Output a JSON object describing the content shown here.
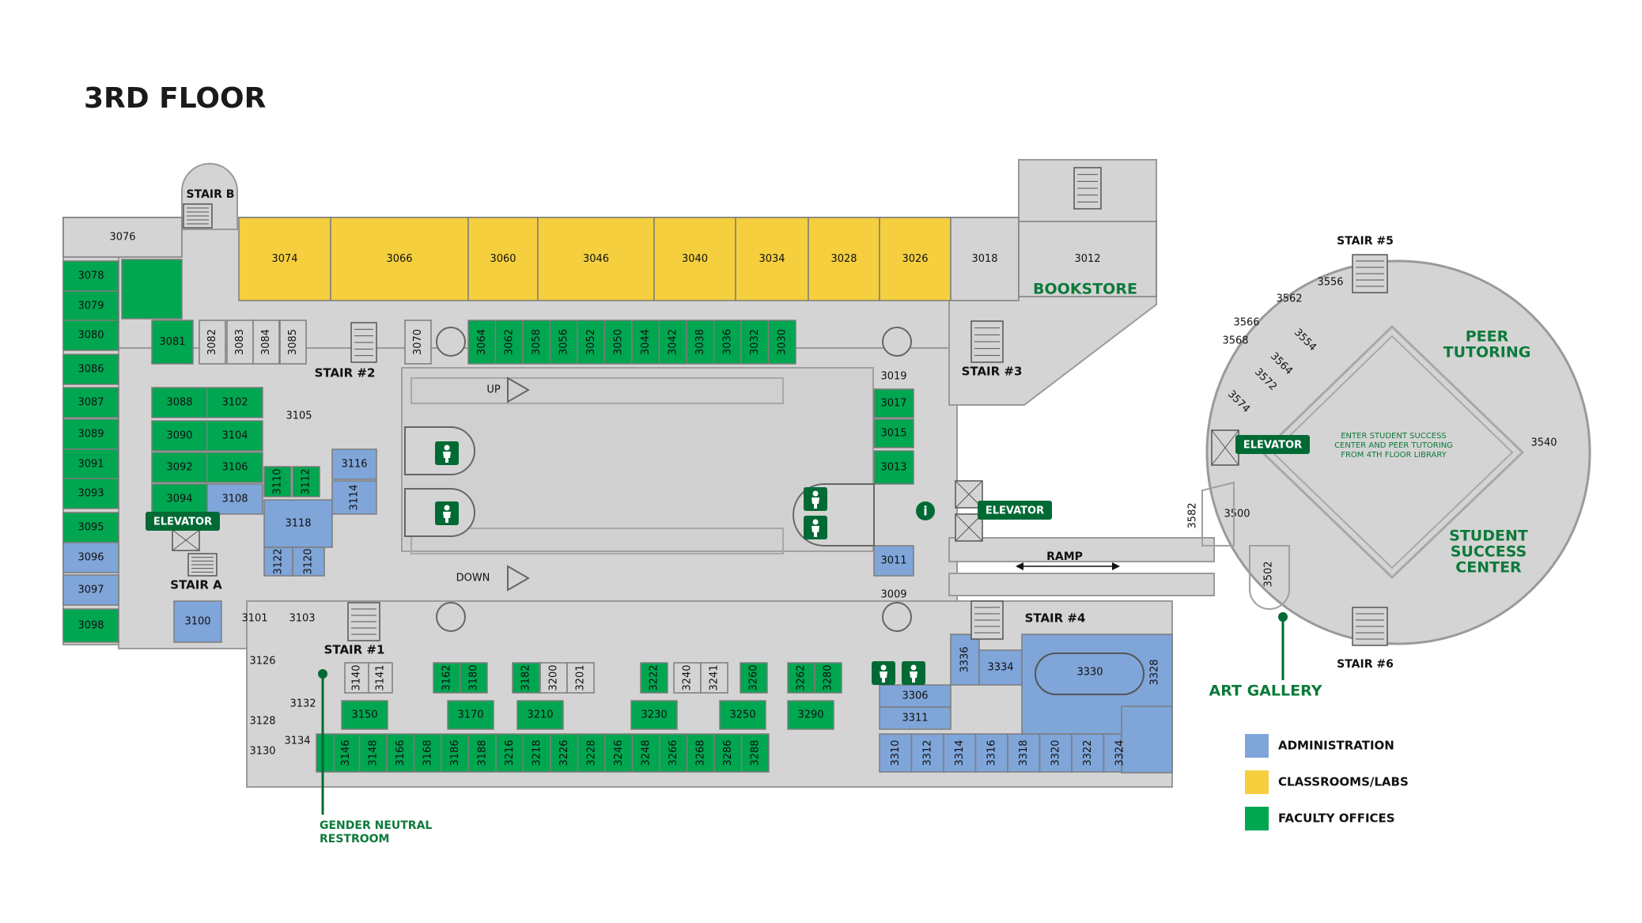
{
  "title": "3RD FLOOR",
  "colors": {
    "administration": "#7fa5d9",
    "classrooms": "#f5cf3e",
    "faculty": "#00a650",
    "corridor": "#d4d4d4",
    "wall": "#9a9a9a",
    "dark_green": "#006a35",
    "text_green": "#0d7a3a"
  },
  "legend": {
    "administration": "ADMINISTRATION",
    "classrooms": "CLASSROOMS/LABS",
    "faculty": "FACULTY OFFICES"
  },
  "labels": {
    "stair_b": "STAIR B",
    "stair_a": "STAIR A",
    "stair_1": "STAIR #1",
    "stair_2": "STAIR #2",
    "stair_3": "STAIR #3",
    "stair_4": "STAIR #4",
    "stair_5": "STAIR #5",
    "stair_6": "STAIR #6",
    "bookstore": "BOOKSTORE",
    "peer_tutoring_1": "PEER",
    "peer_tutoring_2": "TUTORING",
    "ssc_1": "STUDENT",
    "ssc_2": "SUCCESS",
    "ssc_3": "CENTER",
    "art_gallery": "ART GALLERY",
    "gender_neutral_1": "GENDER NEUTRAL",
    "gender_neutral_2": "RESTROOM",
    "ramp": "RAMP",
    "up": "UP",
    "down": "DOWN",
    "elevator": "ELEVATOR",
    "enter_note_1": "ENTER STUDENT SUCCESS",
    "enter_note_2": "CENTER AND PEER TUTORING",
    "enter_note_3": "FROM 4TH FLOOR LIBRARY"
  },
  "rooms": {
    "yellow": [
      "3074",
      "3066",
      "3060",
      "3046",
      "3040",
      "3034",
      "3028",
      "3026"
    ],
    "top_gray": [
      "3076",
      "3018",
      "3012"
    ],
    "upper_corridor_offices": [
      "3064",
      "3062",
      "3058",
      "3056",
      "3052",
      "3050",
      "3044",
      "3042",
      "3038",
      "3036",
      "3032",
      "3030"
    ],
    "upper_small_gray": [
      "3082",
      "3083",
      "3084",
      "3085",
      "3070"
    ],
    "left_column": [
      "3078",
      "3079",
      "3080",
      "3086",
      "3087",
      "3089",
      "3091",
      "3093",
      "3095"
    ],
    "left_column_admin": [
      "3096",
      "3097"
    ],
    "left_bottom_office": "3098",
    "inner_block_green": [
      "3081",
      "3088",
      "3102",
      "3090",
      "3104",
      "3092",
      "3106",
      "3094",
      "3110",
      "3112"
    ],
    "inner_block_admin": [
      "3108",
      "3116",
      "3118",
      "3114",
      "3122",
      "3120",
      "3100"
    ],
    "inner_gray": [
      "3105",
      "3101",
      "3103"
    ],
    "east_column": [
      "3019",
      "3017",
      "3015",
      "3013",
      "3011",
      "3009"
    ],
    "lower_left_gray": [
      "3126",
      "3132",
      "3128",
      "3134",
      "3130",
      "3140",
      "3141",
      "3200",
      "3201",
      "3240",
      "3241"
    ],
    "lower_mid_green": [
      "3162",
      "3180",
      "3182",
      "3222",
      "3260",
      "3262",
      "3280"
    ],
    "lower_offices_mid": [
      "3150",
      "3170",
      "3210",
      "3230",
      "3250",
      "3290"
    ],
    "lower_row": [
      "3146",
      "3148",
      "3166",
      "3168",
      "3186",
      "3188",
      "3216",
      "3218",
      "3226",
      "3228",
      "3246",
      "3248",
      "3266",
      "3268",
      "3286",
      "3288"
    ],
    "lower_admin": [
      "3310",
      "3312",
      "3314",
      "3316",
      "3318",
      "3320",
      "3322",
      "3324",
      "3306",
      "3311",
      "3336",
      "3334",
      "3330",
      "3328"
    ],
    "circle": [
      "3556",
      "3562",
      "3566",
      "3568",
      "3554",
      "3564",
      "3572",
      "3574",
      "3540",
      "3500",
      "3582",
      "3502"
    ]
  }
}
